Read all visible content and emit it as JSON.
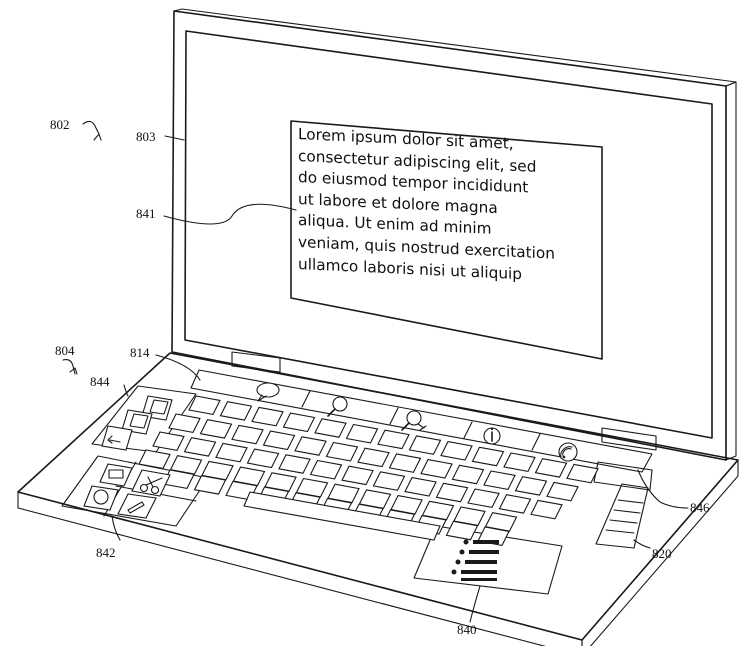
{
  "screen_text_lines": [
    "Lorem ipsum dolor sit amet,",
    "consectetur adipiscing elit, sed",
    "do eiusmod tempor incididunt",
    "ut labore et dolore magna",
    "aliqua. Ut enim ad minim",
    "veniam, quis nostrud exercitation",
    "ullamco laboris nisi ut aliquip"
  ],
  "reference_numerals": {
    "device_top": "802",
    "display": "803",
    "text_window": "841",
    "device_base": "804",
    "touch_strip": "814",
    "left_panel": "844",
    "lower_left_panel": "842",
    "right_strip": "846",
    "slider": "820",
    "trackpad_panel": "840"
  },
  "icons": {
    "touch_strip": [
      "speech-bubble-icon",
      "magnifier-icon",
      "zoom-icon",
      "info-icon",
      "wifi-icon"
    ],
    "left_panel": [
      "new-document-icon",
      "document-icon",
      "undo-icon"
    ],
    "lower_left_panel": [
      "print-icon",
      "scissors-icon",
      "help-icon",
      "edit-icon"
    ],
    "trackpad_panel": [
      "list-icon"
    ]
  }
}
